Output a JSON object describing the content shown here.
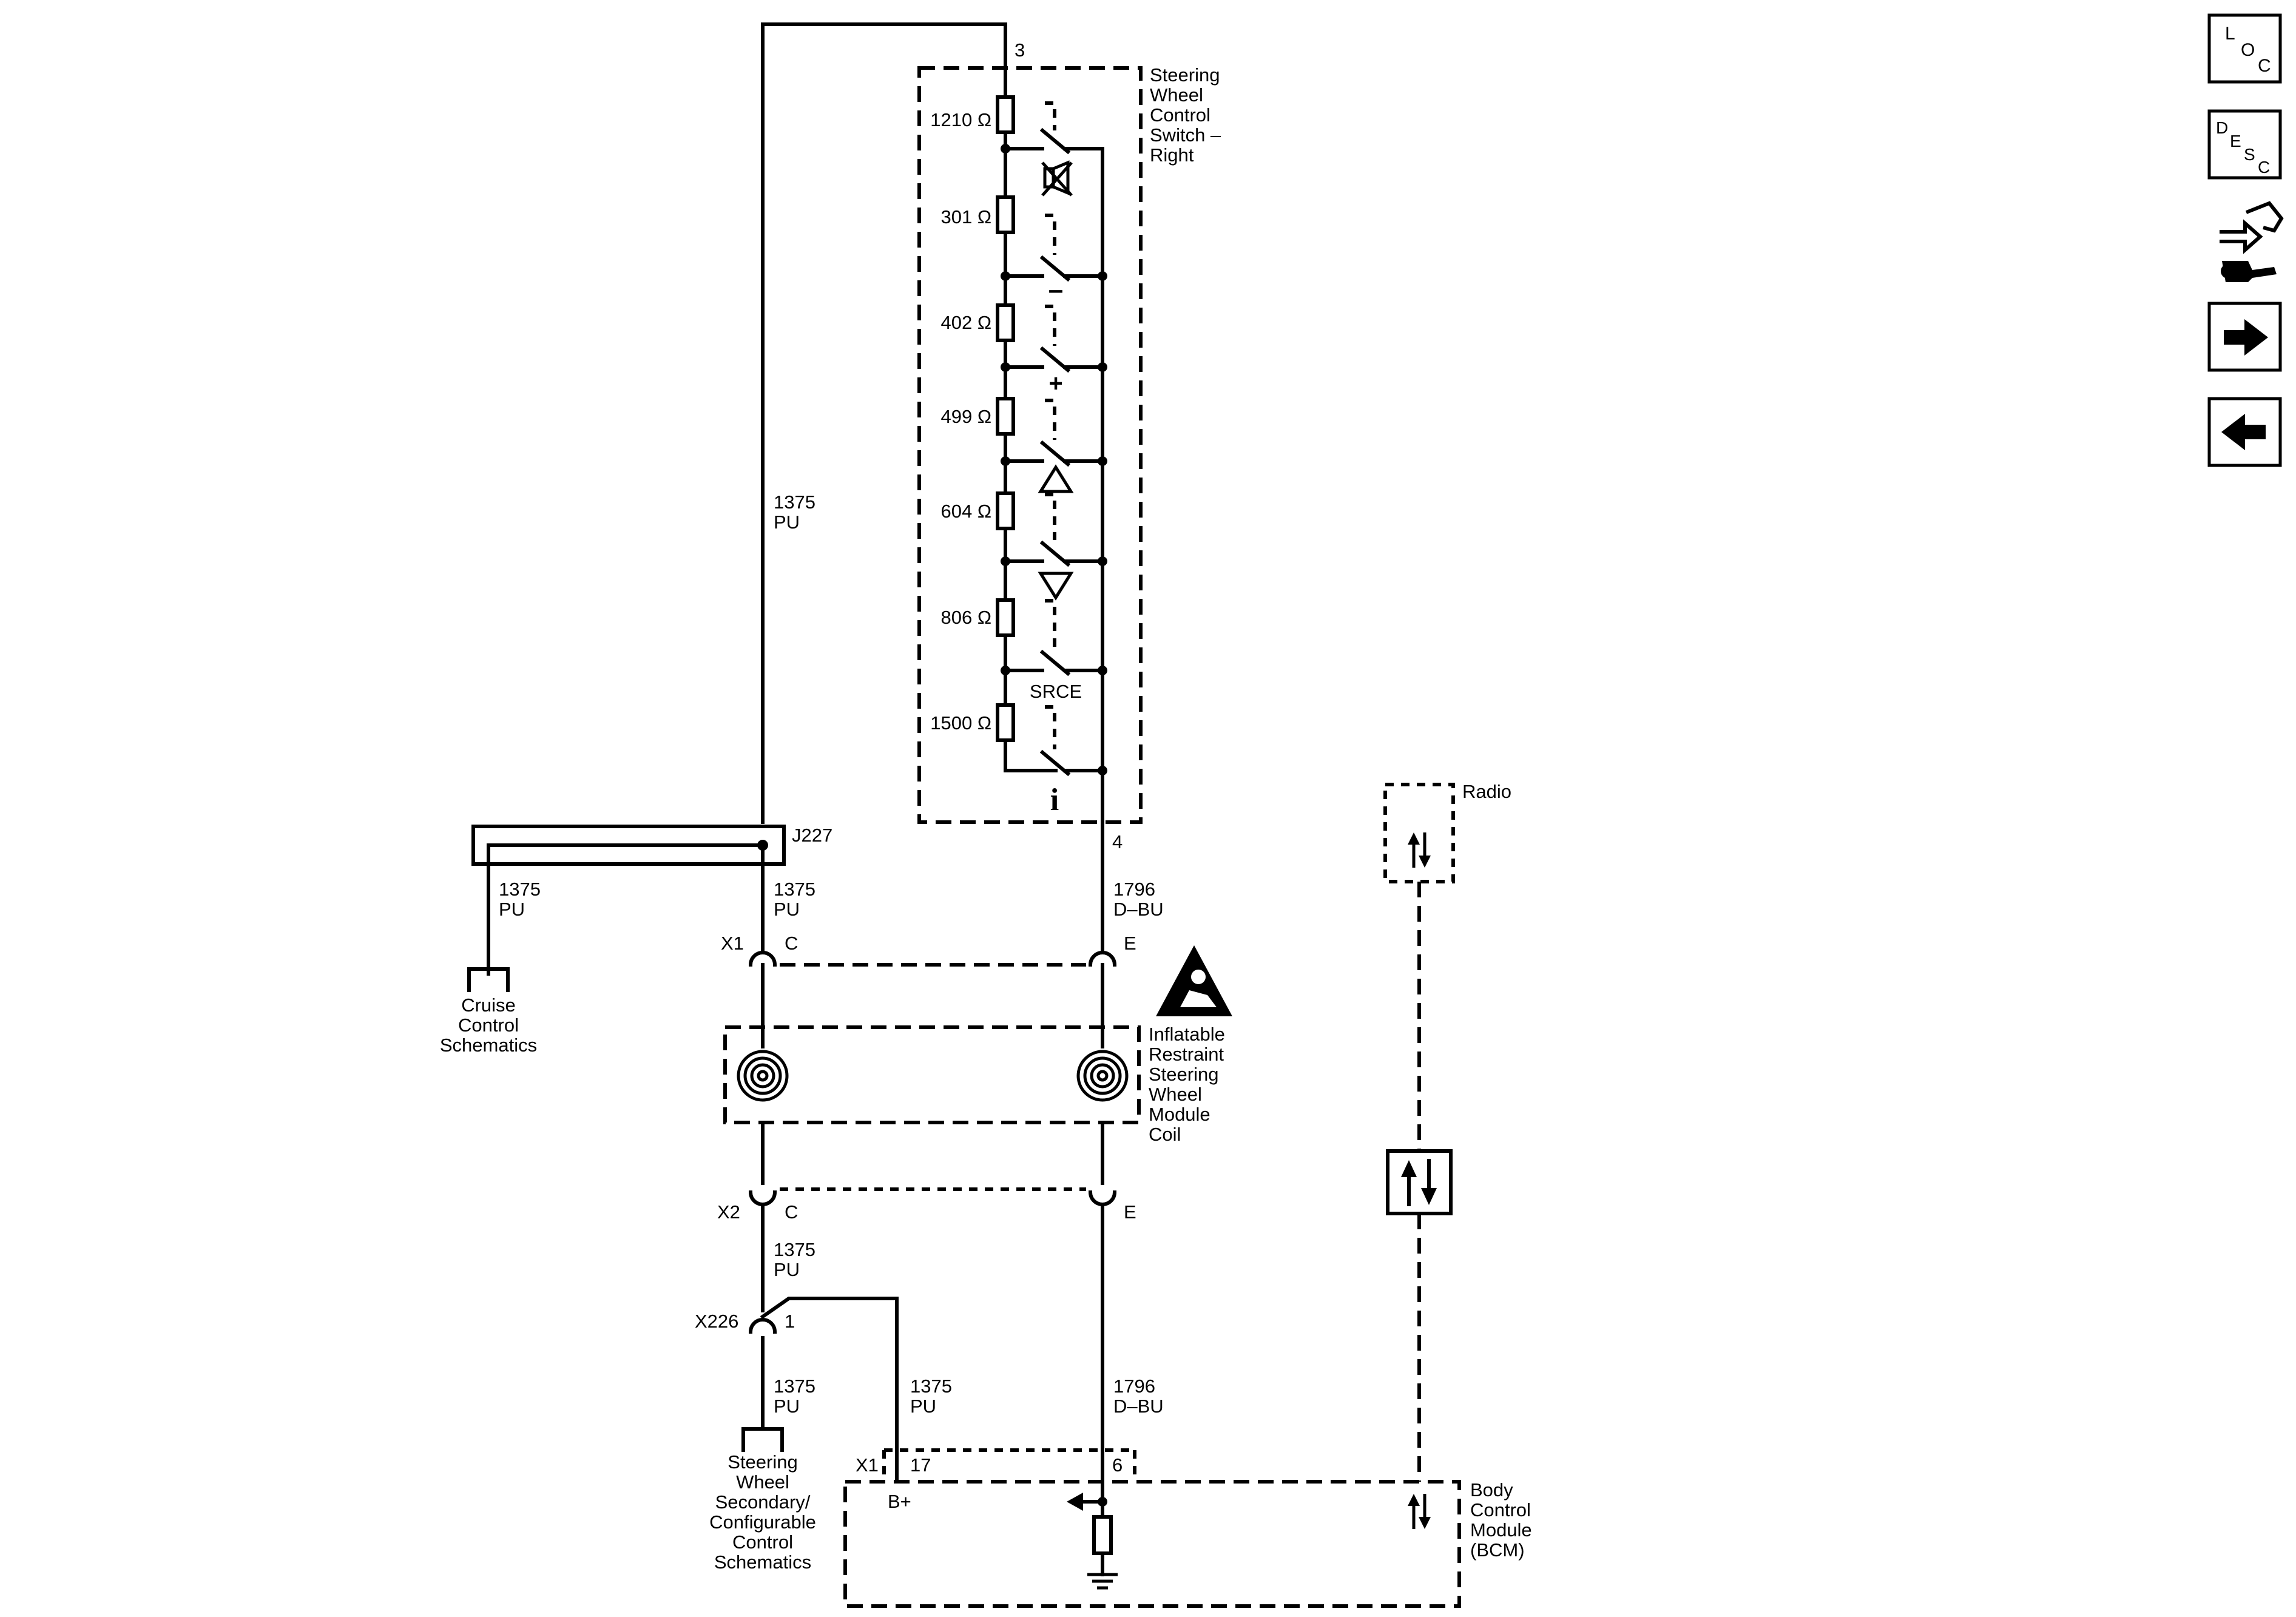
{
  "switch": {
    "title": [
      "Steering",
      "Wheel",
      "Control",
      "Switch –",
      "Right"
    ],
    "pin_top": "3",
    "pin_bottom": "4",
    "resistors": [
      "1210 Ω",
      "301 Ω",
      "402 Ω",
      "499 Ω",
      "604 Ω",
      "806 Ω",
      "1500 Ω"
    ],
    "switch_labels": {
      "minus": "–",
      "plus": "+",
      "source": "SRCE",
      "info": "i"
    }
  },
  "wires": {
    "pu_circuit": "1375",
    "pu_color": "PU",
    "dbu_circuit": "1796",
    "dbu_color": "D–BU"
  },
  "splice": "J227",
  "connectors": {
    "x1": "X1",
    "x1_pin_c": "C",
    "x1_pin_e": "E",
    "x2": "X2",
    "x2_pin_c": "C",
    "x2_pin_e": "E",
    "x226": "X226",
    "x226_pin": "1",
    "bcm_conn": "X1",
    "bcm_pin_a": "17",
    "bcm_pin_b": "6",
    "bplus": "B+"
  },
  "refs": {
    "cruise": [
      "Cruise",
      "Control",
      "Schematics"
    ],
    "secondary": [
      "Steering",
      "Wheel",
      "Secondary/",
      "Configurable",
      "Control",
      "Schematics"
    ]
  },
  "coil": {
    "label": [
      "Inflatable",
      "Restraint",
      "Steering",
      "Wheel",
      "Module",
      "Coil"
    ]
  },
  "radio": {
    "label": "Radio"
  },
  "bcm": {
    "label": [
      "Body",
      "Control",
      "Module",
      "(BCM)"
    ]
  },
  "nav": {
    "loc": [
      "L",
      "O",
      "C"
    ],
    "desc": [
      "D",
      "E",
      "S",
      "C"
    ],
    "icons": [
      "locator-icon",
      "description-icon",
      "connector-service-icon",
      "next-arrow-icon",
      "previous-arrow-icon"
    ]
  }
}
